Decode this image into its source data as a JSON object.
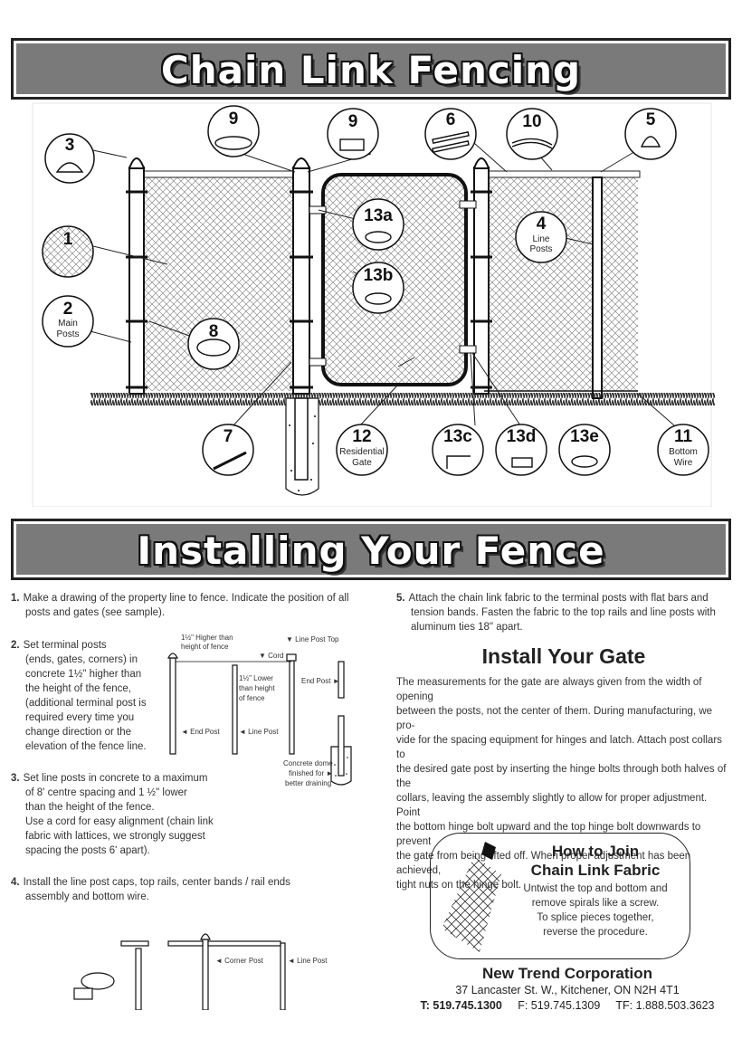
{
  "titles": {
    "main": "Chain Link Fencing",
    "install": "Installing Your Fence"
  },
  "parts": {
    "p1": "1",
    "p2": "2",
    "p2_label_a": "Main",
    "p2_label_b": "Posts",
    "p3": "3",
    "p4": "4",
    "p4_label_a": "Line",
    "p4_label_b": "Posts",
    "p5": "5",
    "p6": "6",
    "p7": "7",
    "p8": "8",
    "p9a": "9",
    "p9b": "9",
    "p10": "10",
    "p11": "11",
    "p11_label_a": "Bottom",
    "p11_label_b": "Wire",
    "p12": "12",
    "p12_label_a": "Residential",
    "p12_label_b": "Gate",
    "p13a": "13a",
    "p13b": "13b",
    "p13c": "13c",
    "p13d": "13d",
    "p13e": "13e"
  },
  "steps": {
    "s1_num": "1.",
    "s1_lines": [
      "Make a drawing of the property line to fence. Indicate the position of all",
      "posts and gates (see sample)."
    ],
    "s2_num": "2.",
    "s2_lines": [
      "Set terminal posts",
      "(ends, gates, corners) in",
      "concrete 1½\" higher than",
      "the height of the fence,",
      "(additional terminal post is",
      "required every time you",
      "change direction or the",
      "elevation of the fence line."
    ],
    "s3_num": "3.",
    "s3_lines": [
      "Set line posts in concrete to a maximum",
      "of 8' centre spacing and 1 ½\" lower",
      "than the height of the fence.",
      "Use a cord for easy alignment (chain link",
      "fabric with lattices, we strongly suggest",
      "spacing the posts 6' apart)."
    ],
    "s4_num": "4.",
    "s4_lines": [
      "Install the line post caps, top rails, center bands / rail ends",
      "assembly and bottom wire."
    ],
    "s5_num": "5.",
    "s5_lines": [
      "Attach the chain link fabric to the terminal posts with flat bars and",
      "tension bands. Fasten the fabric to the top rails and line posts with",
      "aluminum ties 18\" apart."
    ]
  },
  "diagram_labels": {
    "higher_a": "1½\" Higher than",
    "higher_b": "height of fence",
    "line_post_top": "Line Post Top",
    "cord": "Cord",
    "lower_a": "1½\" Lower",
    "lower_b": "than height",
    "lower_c": "of fence",
    "end_post_right": "End Post",
    "end_post_left": "End Post",
    "line_post": "Line Post",
    "dome_a": "Concrete dome",
    "dome_b": "finished for",
    "dome_c": "better draining",
    "corner_post": "Corner Post",
    "line_post_bottom": "Line Post"
  },
  "gate": {
    "title": "Install Your Gate",
    "lines": [
      "The measurements for the gate are always given from the width of opening",
      "between the posts, not the center of them. During manufacturing, we pro-",
      "vide for the spacing equipment for hinges and latch. Attach post collars to",
      "the desired gate post by inserting the hinge bolts through both halves of the",
      "collars, leaving the assembly slightly to allow for proper adjustment.  Point",
      "the bottom hinge bolt upward and the top hinge bolt downwards to prevent",
      "the gate from being lifted off. When proper adjustment has been achieved,",
      "tight nuts on the hinge bolt."
    ]
  },
  "join": {
    "title_a": "How to Join",
    "title_b": "Chain Link Fabric",
    "lines": [
      "Untwist the top and bottom and",
      "remove spirals like a screw.",
      "To splice pieces together,",
      "reverse the procedure."
    ]
  },
  "company": {
    "name": "New Trend Corporation",
    "address": "37 Lancaster St. W.,  Kitchener, ON N2H 4T1",
    "tel_label": "T:",
    "tel": "519.745.1300",
    "fax": "F: 519.745.1309",
    "tollfree": "TF: 1.888.503.3623"
  }
}
